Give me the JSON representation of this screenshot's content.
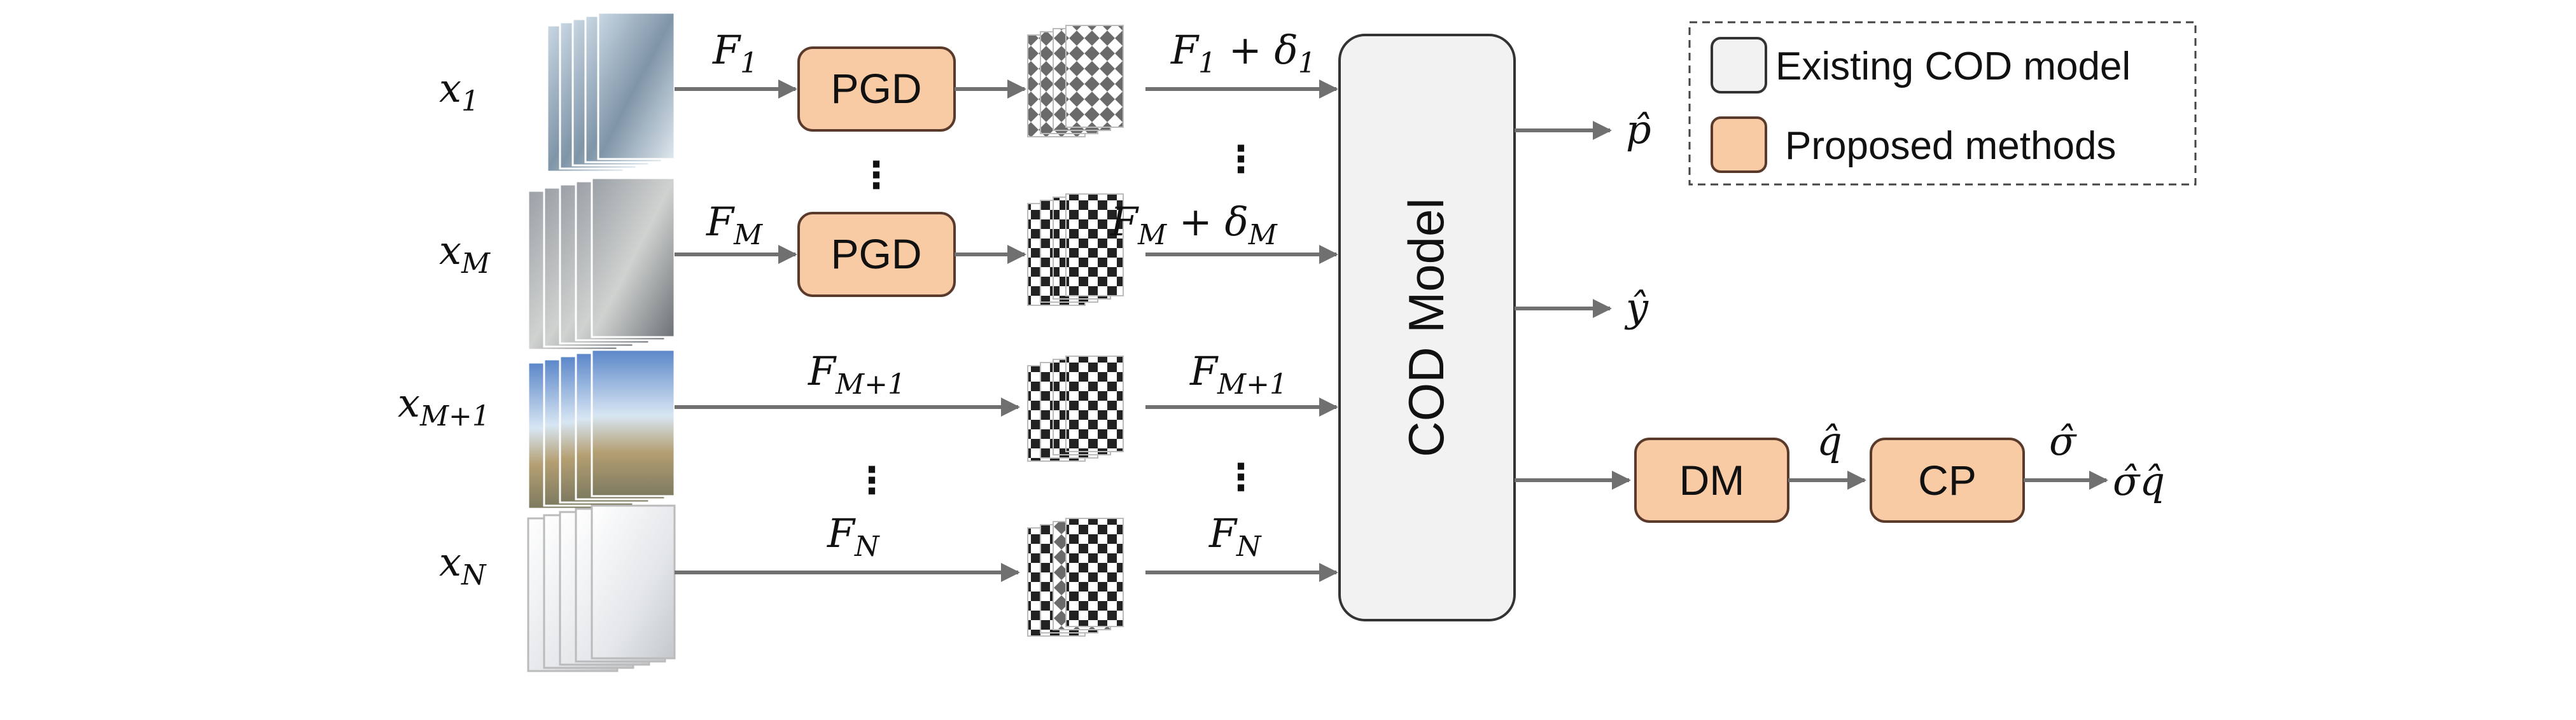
{
  "inputs": {
    "x1": "x₁",
    "xM": "x_M",
    "xM1": "x_{M+1}",
    "xN": "x_N"
  },
  "features": {
    "F1": "F₁",
    "FM": "F_M",
    "FM1": "F_{M+1}",
    "FN": "F_N"
  },
  "perturbed": {
    "F1d": "F₁ + δ₁",
    "FMd": "F_M + δ_M",
    "FM1": "F_{M+1}",
    "FN": "F_N"
  },
  "blocks": {
    "pgd": "PGD",
    "cod_model": "COD Model",
    "dm": "DM",
    "cp": "CP"
  },
  "outputs": {
    "p_hat": "p̂",
    "y_hat": "ŷ",
    "q_hat": "q̂",
    "sigma_hat": "σ̂",
    "sigma_q": "σ̂q̂"
  },
  "legend": {
    "existing": "Existing COD model",
    "proposed": "Proposed methods"
  },
  "ellipsis": "⋮",
  "colors": {
    "proposed_fill": "#f8cba5",
    "proposed_stroke": "#5a3a2a",
    "existing_fill": "#f2f2f2",
    "existing_stroke": "#333333",
    "arrow": "#707070"
  }
}
